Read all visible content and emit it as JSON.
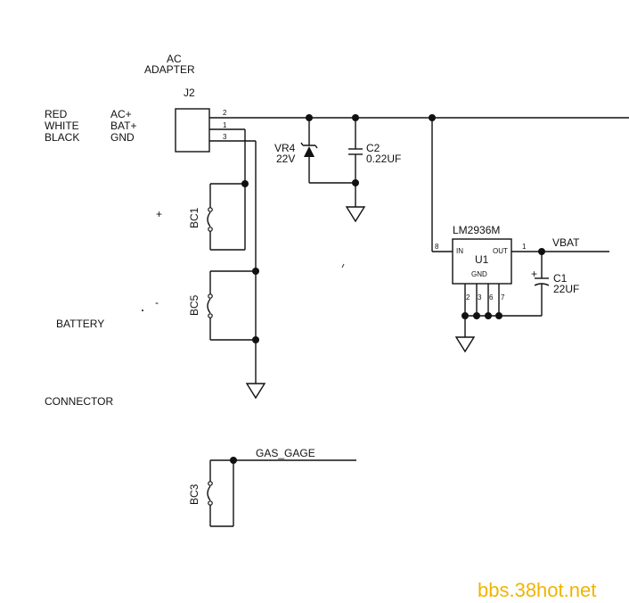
{
  "labels": {
    "ac_adapter_line1": "AC",
    "ac_adapter_line2": "ADAPTER",
    "j2": "J2",
    "wire_red": "RED",
    "wire_white": "WHITE",
    "wire_black": "BLACK",
    "sig_ac": "AC+",
    "sig_bat": "BAT+",
    "sig_gnd": "GND",
    "pin_2": "2",
    "pin_1": "1",
    "pin_3": "3",
    "vr4": "VR4",
    "vr4_value": "22V",
    "c2": "C2",
    "c2_value": "0.22UF",
    "bc1": "BC1",
    "bc1_plus": "+",
    "bc5": "BC5",
    "bc5_minus": "-",
    "battery": "BATTERY",
    "connector": "CONNECTOR",
    "lm2936m": "LM2936M",
    "u1": "U1",
    "u1_in": "IN",
    "u1_out": "OUT",
    "u1_gnd": "GND",
    "u1_pin8": "8",
    "u1_pin1": "1",
    "u1_pin2": "2",
    "u1_pin3": "3",
    "u1_pin6": "6",
    "u1_pin7": "7",
    "vbat": "VBAT",
    "c1": "C1",
    "c1_value": "22UF",
    "c1_plus": "+",
    "bc3": "BC3",
    "gas_gage": "GAS_GAGE",
    "watermark": "bbs.38hot.net"
  },
  "colors": {
    "ink": "#111111",
    "watermark": "#f0b400",
    "background": "#ffffff"
  }
}
